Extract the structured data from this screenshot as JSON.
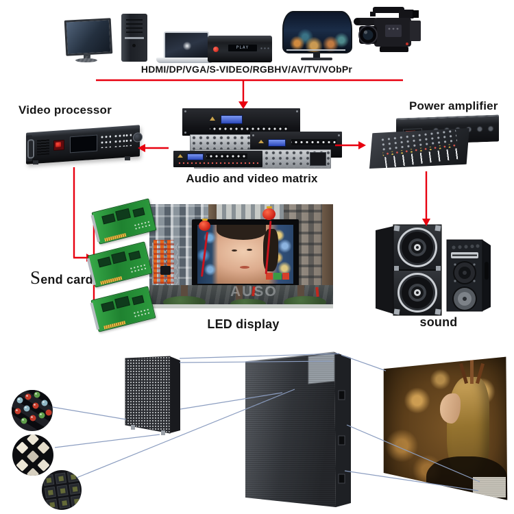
{
  "colors": {
    "background": "#ffffff",
    "accent_red": "#e8000f",
    "connector_line": "#8b9dc0",
    "label_text": "#161616",
    "lcd_blue": "#3b5bd6",
    "pcb_green": "#2d9a3e"
  },
  "source_bus": {
    "label": "HDMI/DP/VGA/S-VIDEO/RGBHV/AV/TV/VObPr",
    "devices": [
      "desktop-computer",
      "laptop",
      "dvd-player",
      "curved-tv",
      "video-camera"
    ]
  },
  "dvd_player": {
    "display_text": "PLAY"
  },
  "labels": {
    "video_processor": "Video processor",
    "matrix": "Audio and video matrix",
    "power_amplifier": "Power amplifier",
    "send_card": "Send card",
    "led_display": "LED display",
    "sound": "sound"
  },
  "led_photo": {
    "watermark": "AUSO"
  }
}
